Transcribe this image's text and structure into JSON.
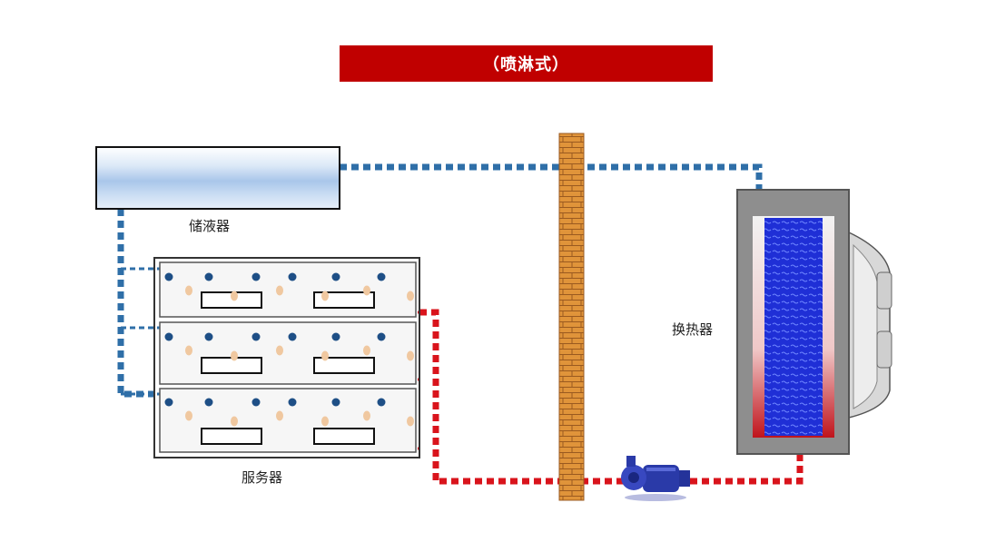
{
  "title": "（喷淋式）",
  "labels": {
    "tank": "储液器",
    "server": "服务器",
    "heat_exchanger": "换热器"
  },
  "colors": {
    "title_bg": "#c00000",
    "cold_pipe": "#2f6fa8",
    "hot_pipe": "#d9141c",
    "wall": "#e0943a",
    "coolant": "#1f2fd6",
    "pump": "#2a3aa8",
    "droplet": "#1e4f86",
    "particle": "#f0c8a0"
  },
  "icons": {
    "pump": "pump-icon",
    "wall": "brick-wall"
  }
}
